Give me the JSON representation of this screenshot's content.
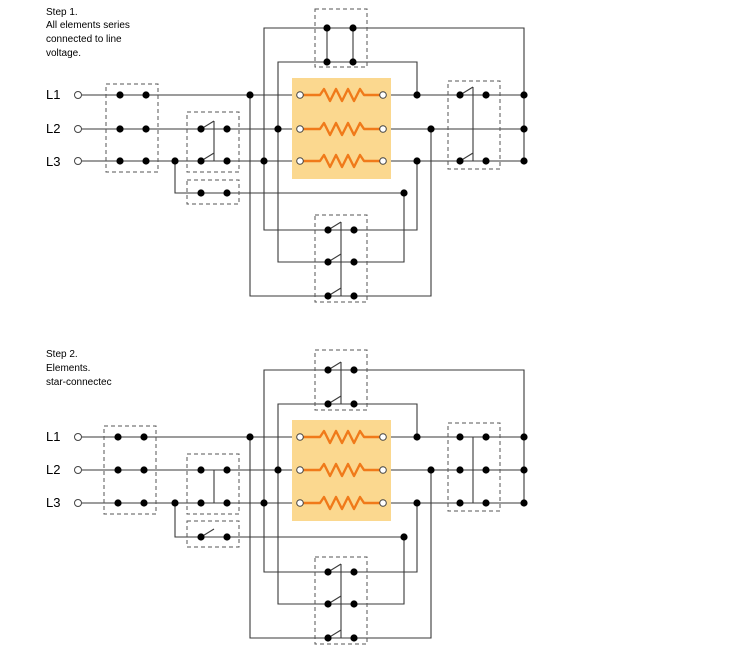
{
  "colors": {
    "heater_fill": "#fbd88f",
    "coil": "#f07a1a"
  },
  "icons": {
    "contact_closed": "filled-dot-pair",
    "contact_open": "slanted-switch",
    "terminal": "hollow-circle"
  },
  "step1": {
    "caption": [
      "Step 1.",
      "All elements series",
      "connected to line",
      "voltage."
    ],
    "phases": [
      "L1",
      "L2",
      "L3"
    ]
  },
  "step2": {
    "caption": [
      "Step 2.",
      "Elements.",
      "star-connectec"
    ],
    "phases": [
      "L1",
      "L2",
      "L3"
    ]
  }
}
